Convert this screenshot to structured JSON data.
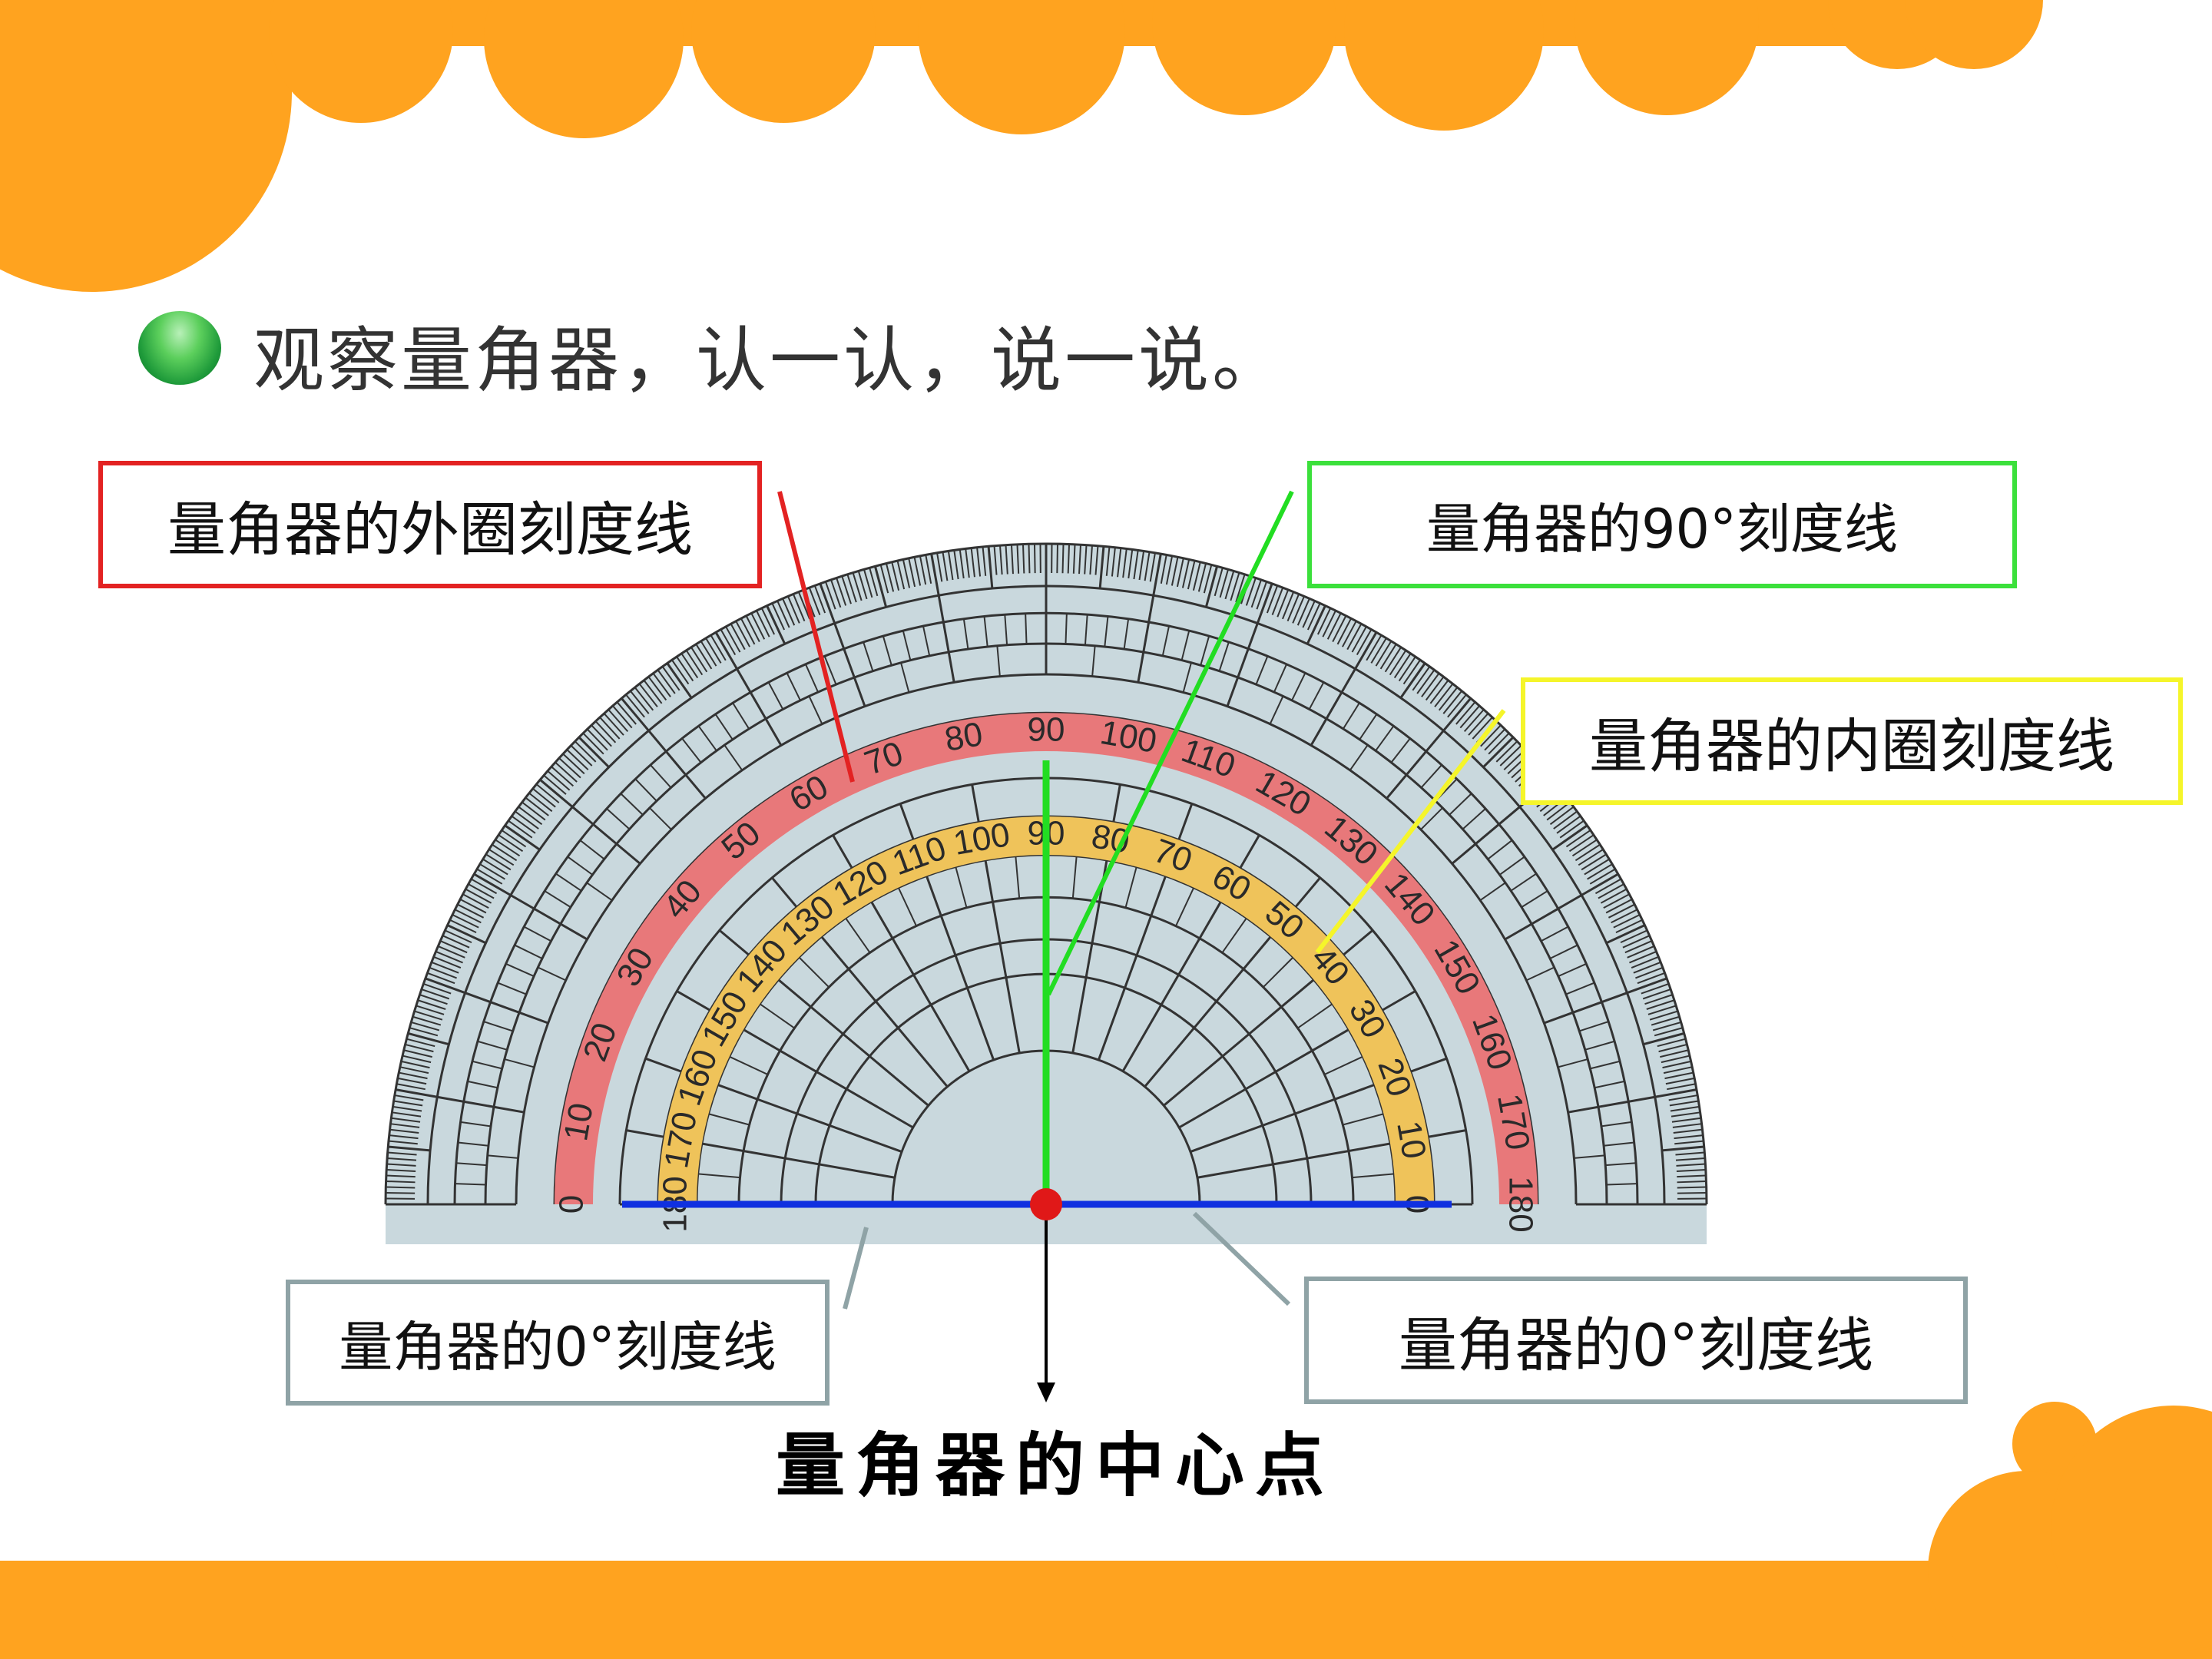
{
  "heading": "观察量角器，认一认，说一说。",
  "labels": {
    "outer_scale": "量角器的外圈刻度线",
    "ninety_line": "量角器的90°刻度线",
    "inner_scale": "量角器的内圈刻度线",
    "zero_line_left": "量角器的0°刻度线",
    "zero_line_right": "量角器的0°刻度线",
    "center_point": "量角器的中心点"
  },
  "outer_numbers": [
    "0",
    "10",
    "20",
    "30",
    "40",
    "50",
    "60",
    "70",
    "80",
    "90",
    "100",
    "110",
    "120",
    "130",
    "140",
    "150",
    "160",
    "170",
    "180"
  ],
  "inner_numbers": [
    "180",
    "170",
    "160",
    "150",
    "140",
    "130",
    "120",
    "110",
    "100",
    "90",
    "80",
    "70",
    "60",
    "50",
    "40",
    "30",
    "20",
    "10",
    "0"
  ],
  "colors": {
    "orange": "#FFA31F",
    "outer_band": "#E8787A",
    "inner_band": "#EFC35A",
    "outer_box": "#E32222",
    "ninety_box": "#3BE03B",
    "inner_box": "#F5F52A",
    "zero_box": "#8FA3A6",
    "baseline": "#1030E0",
    "center_dot": "#E01818",
    "protractor_face": "#C9D8DD"
  }
}
